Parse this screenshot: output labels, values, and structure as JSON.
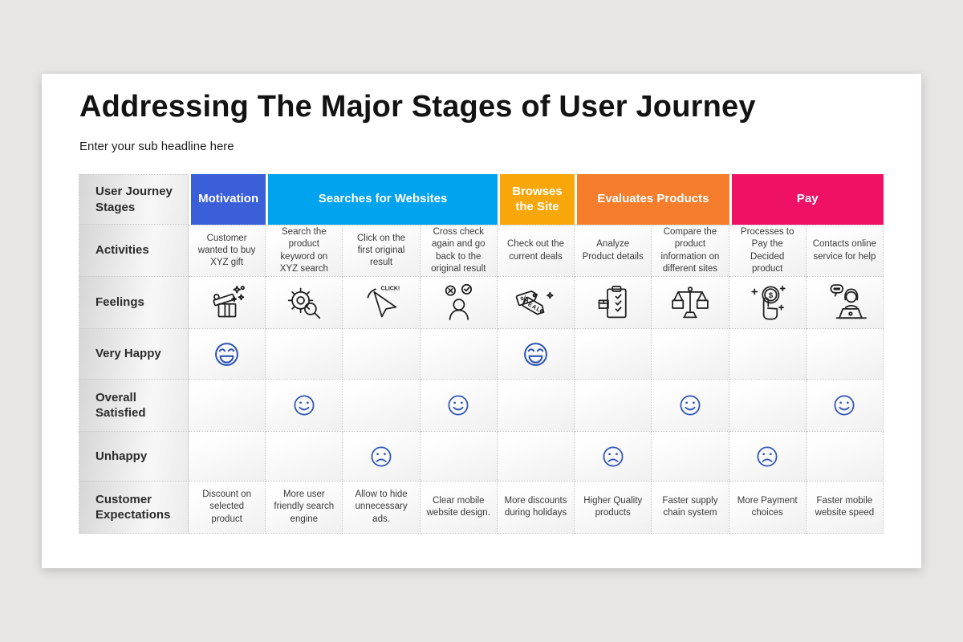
{
  "colors": {
    "page_background": "#e7e6e5",
    "slide_background": "#ffffff",
    "motivation": "#3b5fd9",
    "searches": "#02a3ee",
    "browses": "#f7a70a",
    "evaluates": "#f67d2c",
    "pay": "#ee1164",
    "emoji": "#2e54b5",
    "icon_stroke": "#1f1f1f"
  },
  "slide": {
    "title": "Addressing The Major Stages of User Journey",
    "subtitle": "Enter your sub headline here"
  },
  "table": {
    "corner_label": "User Journey Stages",
    "stage_headers": [
      {
        "label": "Motivation",
        "span": 1,
        "color": "#3b5fd9"
      },
      {
        "label": "Searches for Websites",
        "span": 3,
        "color": "#02a3ee"
      },
      {
        "label": "Browses the Site",
        "span": 1,
        "color": "#f7a70a"
      },
      {
        "label": "Evaluates Products",
        "span": 2,
        "color": "#f67d2c"
      },
      {
        "label": "Pay",
        "span": 2,
        "color": "#ee1164"
      }
    ],
    "row_labels": {
      "activities": "Activities",
      "feelings": "Feelings",
      "very_happy": "Very Happy",
      "overall_satisfied": "Overall Satisfied",
      "unhappy": "Unhappy",
      "expectations": "Customer Expectations"
    },
    "activities": [
      "Customer wanted to buy XYZ gift",
      "Search the product keyword on XYZ search",
      "Click on the first original result",
      "Cross check again and go back to the original result",
      "Check out the current deals",
      "Analyze Product details",
      "Compare the product information on different sites",
      "Processes to Pay the Decided product",
      "Contacts online service for help"
    ],
    "feelings_icons": [
      "gift-surprise-icon",
      "gear-search-icon",
      "click-cursor-icon",
      "decision-person-icon",
      "deal-tags-icon",
      "checklist-clipboard-icon",
      "balance-scale-icon",
      "pay-tap-icon",
      "support-agent-icon"
    ],
    "icon_texts": {
      "click": "CLICK!",
      "deal": "DEAL",
      "percent": "%",
      "dollar": "$"
    },
    "sentiments": {
      "very_happy_cols": [
        0,
        4
      ],
      "overall_satisfied_cols": [
        1,
        3,
        6,
        8
      ],
      "unhappy_cols": [
        2,
        5,
        7
      ]
    },
    "expectations": [
      "Discount on selected product",
      "More user friendly search engine",
      "Allow to hide unnecessary ads.",
      "Clear mobile website design.",
      "More discounts during holidays",
      "Higher Quality products",
      "Faster supply chain system",
      "More Payment choices",
      "Faster mobile website speed"
    ]
  }
}
